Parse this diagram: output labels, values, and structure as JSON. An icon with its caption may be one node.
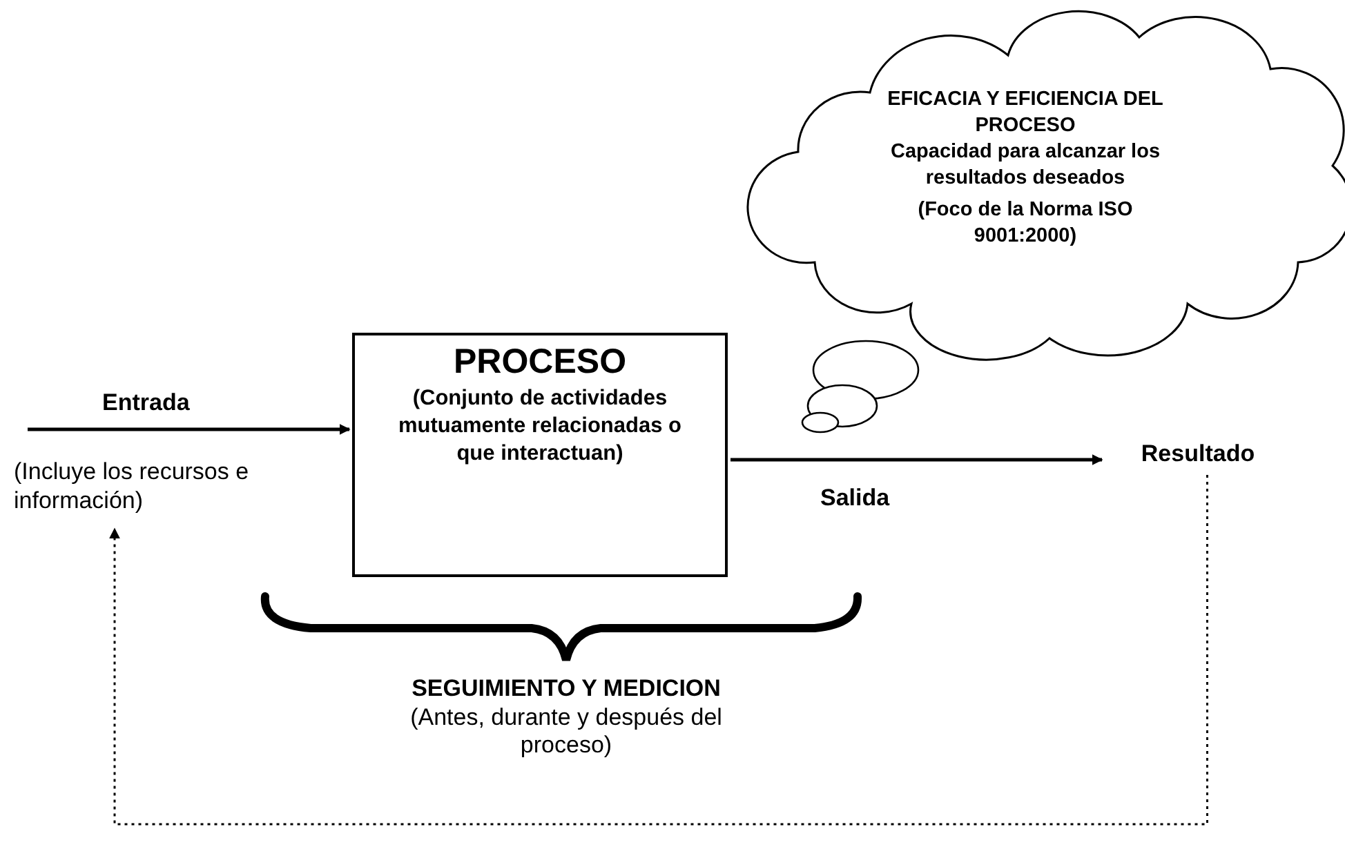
{
  "diagram": {
    "nodes": [
      {
        "text": [
          "(Incluye los recursos e información)"
        ]
      },
      {
        "text": [
          "PROCESO",
          "(Conjunto de actividades mutuamente relacionadas o que interactuan)"
        ]
      },
      {
        "text": [
          "EFICACIA Y EFICIENCIA DEL PROCESO",
          "Capacidad para alcanzar los resultados deseados",
          "(Foco de la Norma ISO 9001:2000)"
        ]
      },
      {
        "text": [
          "Resultado"
        ]
      },
      {
        "text": [
          "SEGUIMIENTO Y MEDICION",
          "(Antes, durante y después del proceso)"
        ]
      }
    ],
    "edges": [
      {
        "from": null,
        "to": 1,
        "arrow": "to",
        "label": "Entrada"
      },
      {
        "from": 1,
        "to": 3,
        "arrow": "to",
        "label": "Salida"
      },
      {
        "from": 3,
        "to": 0,
        "arrow": "to",
        "style": "dashed"
      }
    ]
  }
}
